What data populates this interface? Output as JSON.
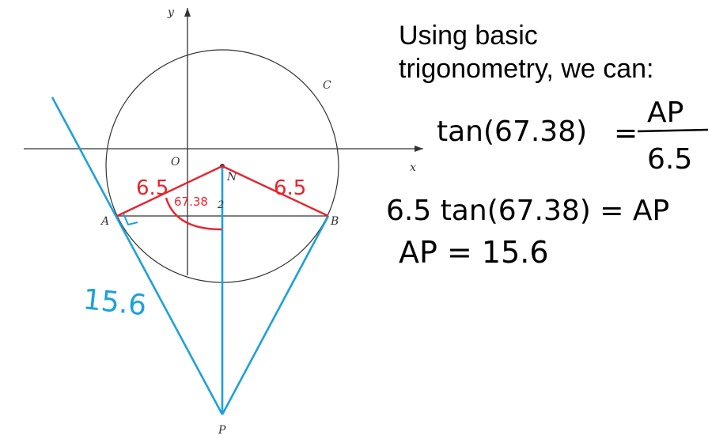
{
  "diagram": {
    "axis_labels": {
      "x": "x",
      "y": "y"
    },
    "point_labels": {
      "O": "O",
      "N": "N",
      "A": "A",
      "B": "B",
      "P": "P",
      "C": "C"
    },
    "small_label_2": "2",
    "annotations": {
      "na_length": "6.5",
      "nb_length": "6.5",
      "angle": "67.38",
      "ap_length": "15.6"
    },
    "colors": {
      "red": "#e8232c",
      "blue": "#1ea0dc",
      "black": "#000000"
    }
  },
  "notes": {
    "intro_line1": "Using basic",
    "intro_line2": "trigonometry, we can:",
    "eq1_left": "tan(67.38)",
    "eq1_equals": "=",
    "eq1_numerator": "AP",
    "eq1_denominator": "6.5",
    "eq2": "6.5 tan(67.38) = AP",
    "eq3": "AP = 15.6"
  }
}
